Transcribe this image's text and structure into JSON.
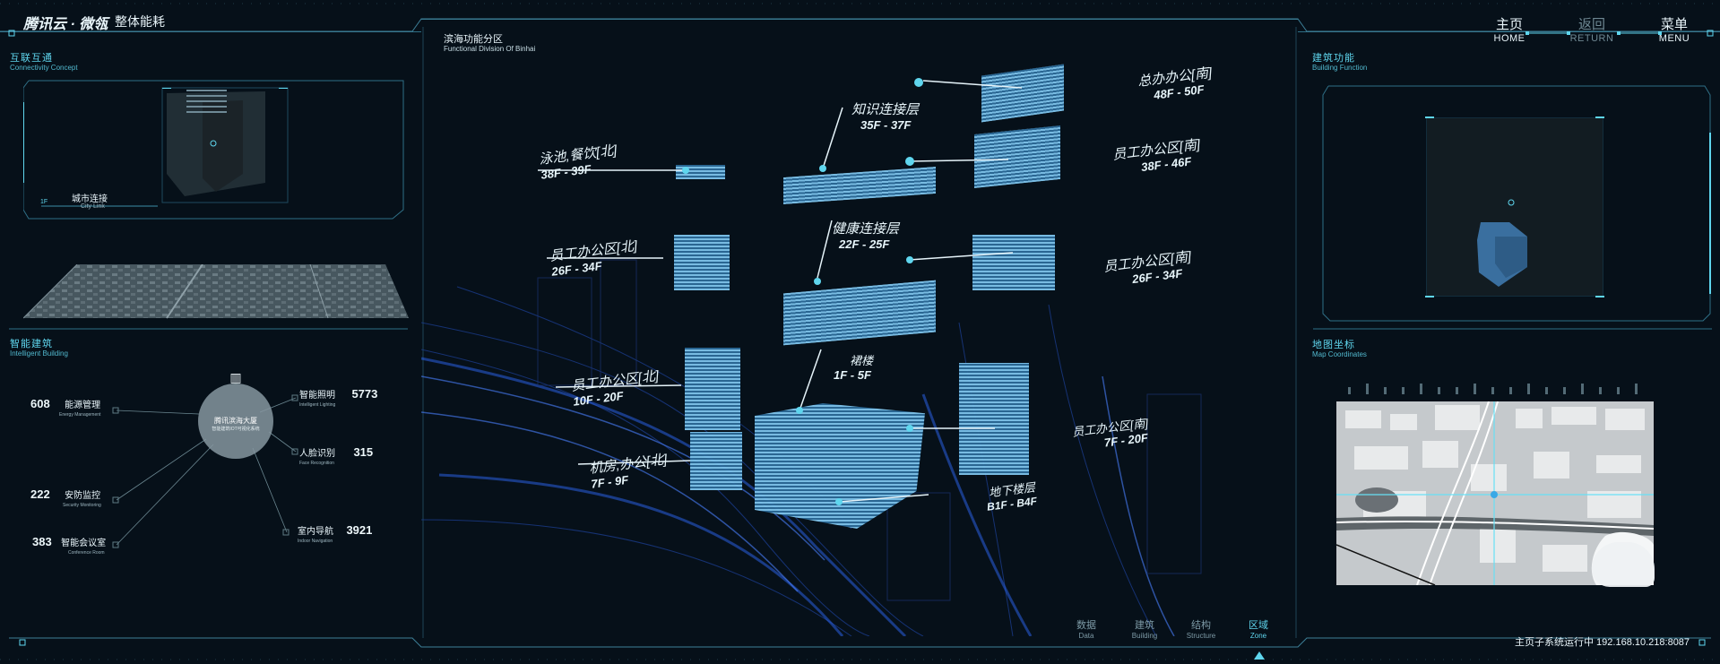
{
  "header": {
    "brand": "腾讯云 · 微瓴",
    "title": "整体能耗"
  },
  "nav": [
    {
      "cn": "主页",
      "en": "HOME"
    },
    {
      "cn": "返回",
      "en": "RETURN"
    },
    {
      "cn": "菜单",
      "en": "MENU"
    }
  ],
  "left_top": {
    "title_cn": "互联互通",
    "title_en": "Connectivity Concept",
    "marker": "1F",
    "city_link_cn": "城市连接",
    "city_link_en": "City Link"
  },
  "left_bottom": {
    "title_cn": "智能建筑",
    "title_en": "Intelligent Building",
    "hub_cn": "腾讯滨海大厦",
    "hub_en": "智能建筑IOT可视化系统",
    "stats": [
      {
        "value": "608",
        "cn": "能源管理",
        "en": "Energy Management"
      },
      {
        "value": "222",
        "cn": "安防监控",
        "en": "Security Monitoring"
      },
      {
        "value": "383",
        "cn": "智能会议室",
        "en": "Conference Room"
      },
      {
        "value": "5773",
        "cn": "智能照明",
        "en": "Intelligent Lighting"
      },
      {
        "value": "315",
        "cn": "人脸识别",
        "en": "Face Recognition"
      },
      {
        "value": "3921",
        "cn": "室内导航",
        "en": "Indoor Navigation"
      }
    ]
  },
  "center": {
    "title_cn": "滨海功能分区",
    "title_en": "Functional Division Of Binhai",
    "zones": [
      {
        "name": "泳池,餐饮[北]",
        "floors": "38F - 39F"
      },
      {
        "name": "知识连接层",
        "floors": "35F - 37F"
      },
      {
        "name": "总办办公[南]",
        "floors": "48F - 50F"
      },
      {
        "name": "员工办公区[南]",
        "floors": "38F - 46F"
      },
      {
        "name": "员工办公区[北]",
        "floors": "26F - 34F"
      },
      {
        "name": "健康连接层",
        "floors": "22F - 25F"
      },
      {
        "name": "员工办公区[南]",
        "floors": "26F - 34F"
      },
      {
        "name": "员工办公区[北]",
        "floors": "10F - 20F"
      },
      {
        "name": "裙楼",
        "floors": "1F - 5F"
      },
      {
        "name": "员工办公区[南]",
        "floors": "7F - 20F"
      },
      {
        "name": "机房,办公[北]",
        "floors": "7F - 9F"
      },
      {
        "name": "地下楼层",
        "floors": "B1F - B4F"
      }
    ],
    "tabs": [
      {
        "cn": "数据",
        "en": "Data"
      },
      {
        "cn": "建筑",
        "en": "Building"
      },
      {
        "cn": "结构",
        "en": "Structure"
      },
      {
        "cn": "区域",
        "en": "Zone"
      }
    ],
    "active_tab": "区域"
  },
  "right_top": {
    "title_cn": "建筑功能",
    "title_en": "Building Function"
  },
  "right_bottom": {
    "title_cn": "地图坐标",
    "title_en": "Map Coordinates"
  },
  "status": "主页子系统运行中 192.168.10.218:8087",
  "colors": {
    "accent": "#5fd6ee",
    "background": "#061019",
    "frame": "#2f6f86",
    "building": "#7ec4ec"
  }
}
